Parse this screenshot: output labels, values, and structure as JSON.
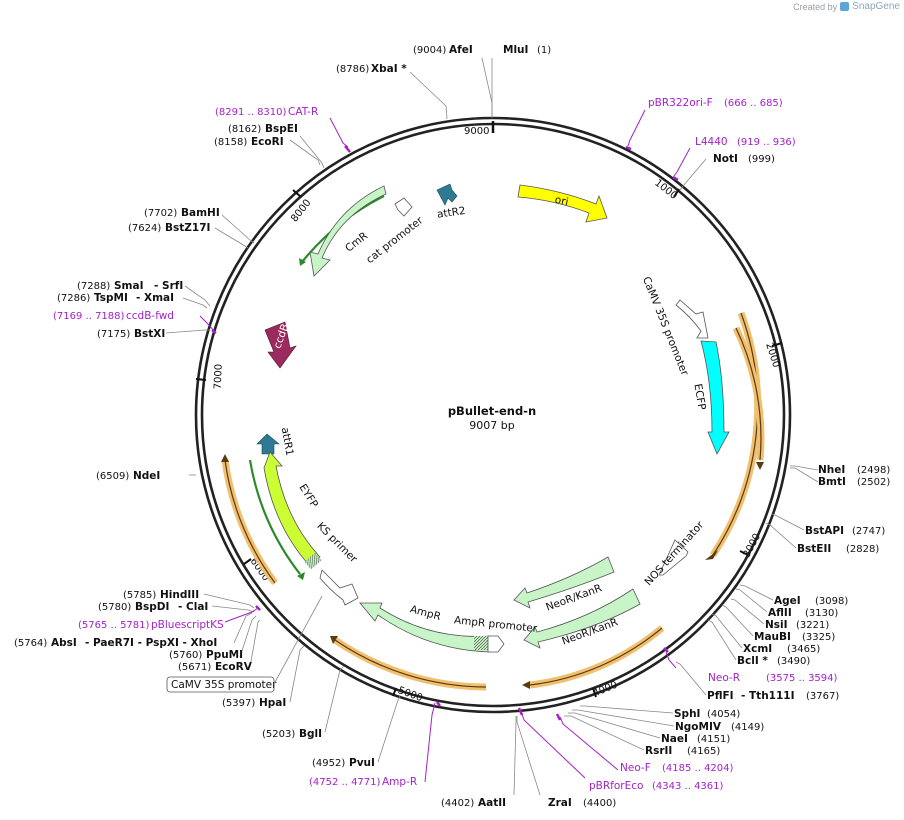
{
  "brand": {
    "created_by": "Created by",
    "name": "SnapGene"
  },
  "plasmid": {
    "name": "pBullet-end-n",
    "length": "9007 bp",
    "bp": 9007
  },
  "ticks": [
    "1000",
    "2000",
    "3000",
    "4000",
    "5000",
    "6000",
    "7000",
    "8000",
    "9000"
  ],
  "sites": [
    {
      "pos": "(9004)",
      "name": "AfeI"
    },
    {
      "pos": "(1)",
      "name": "MluI"
    },
    {
      "pos": "(8786)",
      "name": "XbaI *"
    },
    {
      "pos": "(8162)",
      "name": "BspEI"
    },
    {
      "pos": "(8158)",
      "name": "EcoRI"
    },
    {
      "pos": "(7702)",
      "name": "BamHI"
    },
    {
      "pos": "(7624)",
      "name": "BstZ17I"
    },
    {
      "pos": "(7288)",
      "name": "SmaI",
      "extra": "- SrfI"
    },
    {
      "pos": "(7286)",
      "name": "TspMI",
      "extra": "- XmaI"
    },
    {
      "pos": "(7175)",
      "name": "BstXI"
    },
    {
      "pos": "(6509)",
      "name": "NdeI"
    },
    {
      "pos": "(5785)",
      "name": "HindIII"
    },
    {
      "pos": "(5780)",
      "name": "BspDI",
      "extra": "- ClaI"
    },
    {
      "pos": "(5764)",
      "name": "AbsI",
      "extra": "- PaeR7I - PspXI - XhoI"
    },
    {
      "pos": "(5760)",
      "name": "PpuMI"
    },
    {
      "pos": "(5671)",
      "name": "EcoRV"
    },
    {
      "pos": "(5397)",
      "name": "HpaI"
    },
    {
      "pos": "(5203)",
      "name": "BglI"
    },
    {
      "pos": "(4952)",
      "name": "PvuI"
    },
    {
      "pos": "(4402)",
      "name": "AatII"
    },
    {
      "pos": "(4400)",
      "name": "ZraI"
    },
    {
      "pos": "(999)",
      "name": "NotI"
    },
    {
      "pos": "(2498)",
      "name": "NheI"
    },
    {
      "pos": "(2502)",
      "name": "BmtI"
    },
    {
      "pos": "(2747)",
      "name": "BstAPI"
    },
    {
      "pos": "(2828)",
      "name": "BstEII"
    },
    {
      "pos": "(3098)",
      "name": "AgeI"
    },
    {
      "pos": "(3130)",
      "name": "AflII"
    },
    {
      "pos": "(3221)",
      "name": "NsiI"
    },
    {
      "pos": "(3325)",
      "name": "MauBI"
    },
    {
      "pos": "(3465)",
      "name": "XcmI"
    },
    {
      "pos": "(3490)",
      "name": "BclI *"
    },
    {
      "pos": "(3767)",
      "name": "PflFI",
      "extra": "- Tth111I"
    },
    {
      "pos": "(4054)",
      "name": "SphI"
    },
    {
      "pos": "(4149)",
      "name": "NgoMIV"
    },
    {
      "pos": "(4151)",
      "name": "NaeI"
    },
    {
      "pos": "(4165)",
      "name": "RsrII"
    }
  ],
  "primers": [
    {
      "name": "CAT-R",
      "range": "(8291 .. 8310)"
    },
    {
      "name": "pBR322ori-F",
      "range": "(666 .. 685)"
    },
    {
      "name": "L4440",
      "range": "(919 .. 936)"
    },
    {
      "name": "ccdB-fwd",
      "range": "(7169 .. 7188)"
    },
    {
      "name": "pBluescriptKS",
      "range": "(5765 .. 5781)"
    },
    {
      "name": "Amp-R",
      "range": "(4752 .. 4771)"
    },
    {
      "name": "Neo-R",
      "range": "(3575 .. 3594)"
    },
    {
      "name": "Neo-F",
      "range": "(4185 .. 4204)"
    },
    {
      "name": "pBRforEco",
      "range": "(4343 .. 4361)"
    }
  ],
  "features": {
    "ori": "ori",
    "attR2": "attR2",
    "CmR": "CmR",
    "cat_promoter": "cat promoter",
    "ccdB": "ccdB",
    "camv_promoter": "CaMV 35S promoter",
    "ECFP": "ECFP",
    "attR1": "attR1",
    "EYFP": "EYFP",
    "KS_primer": "KS primer",
    "NOS_terminator": "NOS terminator",
    "NeoKan1": "NeoR/KanR",
    "NeoKan2": "NeoR/KanR",
    "AmpR": "AmpR",
    "AmpR_promoter": "AmpR promoter",
    "camv_box": "CaMV 35S promoter"
  },
  "colors": {
    "backbone": "#222222",
    "primer": "#a321c9",
    "ori": "#ffff00",
    "marker": "#c8f5c8",
    "ecfp": "#00ffff",
    "eyfp": "#ccff33",
    "att": "#2e7a94",
    "ccdb": "#9b2a5e",
    "orf": "#f0c070"
  }
}
